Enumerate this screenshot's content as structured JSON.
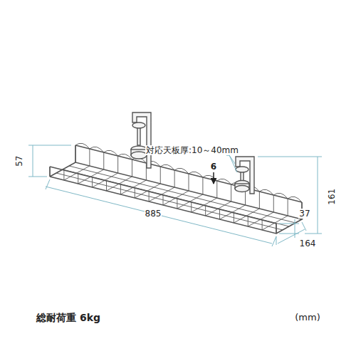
{
  "diagram": {
    "labels": [
      "57",
      "885",
      "対応天板厚:10～40mm",
      "6",
      "37",
      "161",
      "164",
      "総耐荷重 6kg",
      "(mm)"
    ]
  }
}
